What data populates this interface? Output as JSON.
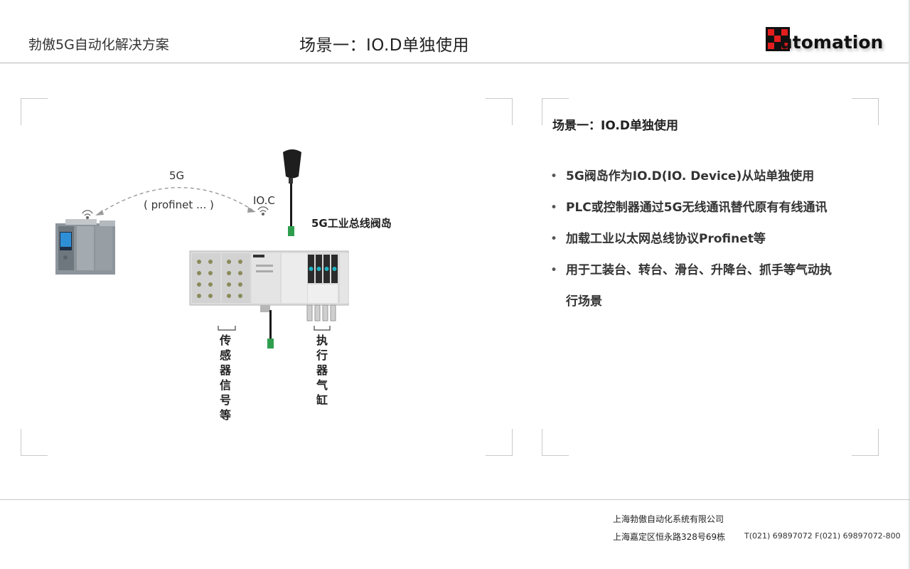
{
  "header": {
    "brand_name": "勃傲5G自动化解决方案",
    "slide_title": "场景一：IO.D单独使用",
    "logo_text": "utomation"
  },
  "diagram": {
    "link_label": "5G",
    "protocol_label": "( profinet ... )",
    "ioc_label": "IO.C",
    "device_label": "5G工业总线阀岛",
    "sensor_label": "传感器信号等",
    "actuator_label": "执行器气缸"
  },
  "panel": {
    "heading": "场景一：IO.D单独使用",
    "bullets": [
      "5G阀岛作为IO.D(IO. Device)从站单独使用",
      "PLC或控制器通过5G无线通讯替代原有有线通讯",
      "加载工业以太网总线协议Profinet等",
      "用于工装台、转台、滑台、升降台、抓手等气动执"
    ],
    "bullet_continuation": "行场景"
  },
  "footer": {
    "company": "上海勃傲自动化系统有限公司",
    "address": "上海嘉定区恒永路328号69栋",
    "phone": "T(021) 69897072  F(021) 69897072-800"
  },
  "colors": {
    "accent_red": "#e41e1e",
    "cable_green": "#2e9e4e",
    "valve_cyan": "#1fb5c4"
  }
}
